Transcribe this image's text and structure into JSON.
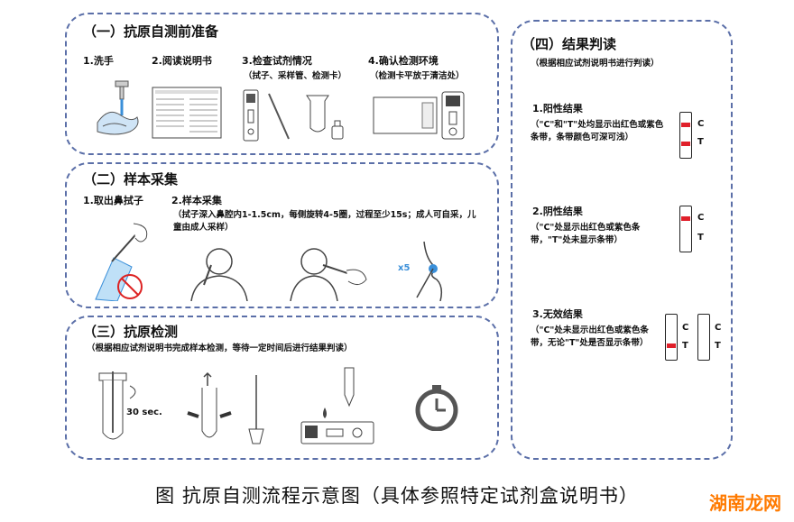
{
  "section1": {
    "title": "（一）抗原自测前准备",
    "steps": [
      {
        "label": "1.洗手",
        "icon": "hand-washing-icon"
      },
      {
        "label": "2.阅读说明书",
        "icon": "instruction-sheet-icon"
      },
      {
        "label": "3.检查试剂情况",
        "sub": "（拭子、采样管、检测卡）",
        "icon": "test-kit-icon"
      },
      {
        "label": "4.确认检测环境",
        "sub": "（检测卡平放于清洁处）",
        "icon": "test-card-flat-icon"
      }
    ]
  },
  "section2": {
    "title": "（二）样本采集",
    "step1": "1.取出鼻拭子",
    "step2": "2.样本采集",
    "note": "（拭子深入鼻腔内1-1.5cm，每侧旋转4-5圈，过程至少15s；成人可自采，儿童由成人采样）",
    "x5": "x5"
  },
  "section3": {
    "title": "（三）抗原检测",
    "note": "（根据相应试剂说明书完成样本检测，等待一定时间后进行结果判读）",
    "sec": "30 sec."
  },
  "section4": {
    "title": "（四）结果判读",
    "note": "（根据相应试剂说明书进行判读）",
    "positive": {
      "title": "1.阳性结果",
      "desc": "（\"C\"和\"T\"处均显示出红色或紫色条带，条带颜色可深可浅）"
    },
    "negative": {
      "title": "2.阴性结果",
      "desc": "（\"C\"处显示出红色或紫色条带，\"T\"处未显示条带）"
    },
    "invalid": {
      "title": "3.无效结果",
      "desc": "（\"C\"处未显示出红色或紫色条带，无论\"T\"处是否显示条带）"
    },
    "c": "C",
    "t": "T"
  },
  "caption": "图  抗原自测流程示意图（具体参照特定试剂盒说明书）",
  "watermark": "湖南龙网",
  "colors": {
    "border": "#5b6fa8",
    "band": "#e0202a",
    "watermark": "#ff7a00",
    "accent_blue": "#3a8fd9"
  }
}
